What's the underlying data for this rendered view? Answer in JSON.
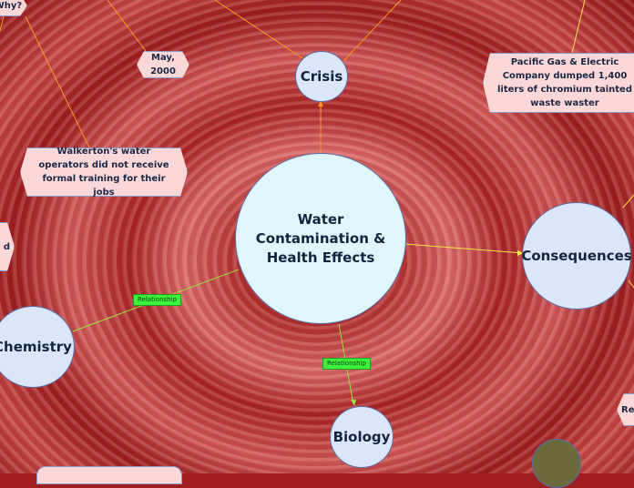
{
  "central": {
    "title": "Water Contamination & Health Effects"
  },
  "topics": {
    "crisis": "Crisis",
    "consequences": "Consequences",
    "chemistry": "Chemistry",
    "biology": "Biology"
  },
  "notes": {
    "why": "Why?",
    "date": "May, 2000",
    "walkerton": "Walkerton's water operators did not receive formal training for their jobs",
    "pge": "Pacific Gas & Electric Company dumped 1,400 liters of chromium tainted waste waster",
    "left_partial": "d",
    "right_partial": "Res"
  },
  "relationships": [
    "Relationship",
    "Relationship"
  ],
  "colors": {
    "orange_link": "#f59a1e",
    "yellow_link": "#f3e64a",
    "green_link": "#9be23a",
    "relationship_tag": "#3cf23c"
  }
}
